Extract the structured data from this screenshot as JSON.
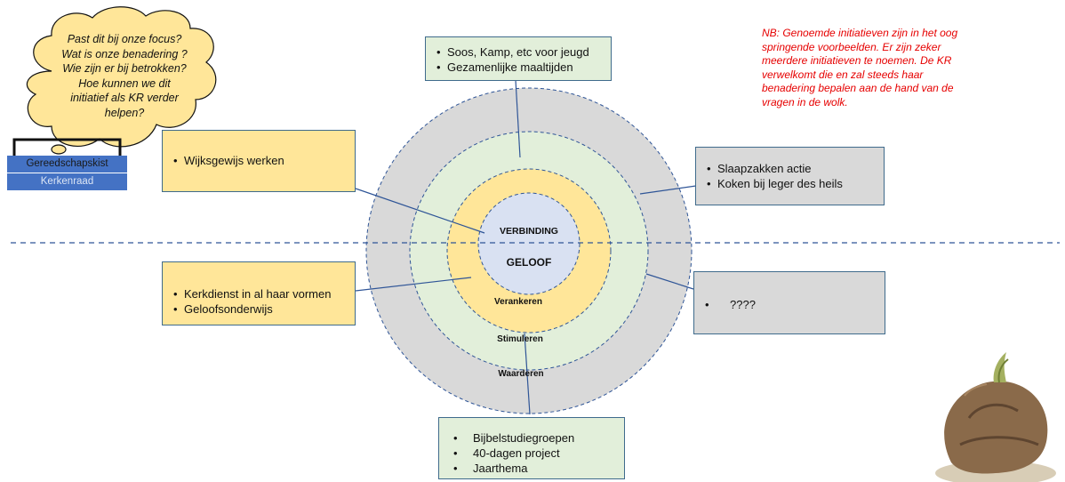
{
  "cloud": {
    "lines": [
      "Past dit bij onze focus?",
      "Wat is onze benadering ?",
      "Wie zijn er bij betrokken?",
      "Hoe kunnen we dit",
      "initiatief als KR verder",
      "helpen?"
    ]
  },
  "toolbox": {
    "title": "Gereedschapskist",
    "subtitle": "Kerkenraad"
  },
  "note": {
    "lines": [
      "NB: Genoemde initiatieven zijn in het oog",
      "springende voorbeelden. Er zijn zeker",
      "meerdere initiatieven te noemen. De KR",
      "verwelkomt die en zal steeds haar",
      "benadering bepalen aan de hand van de",
      "vragen in de wolk."
    ]
  },
  "circle": {
    "core_top": "VERBINDING",
    "core_bottom": "GELOOF",
    "ring1": "Verankeren",
    "ring2": "Stimuleren",
    "ring3": "Waarderen"
  },
  "boxes": {
    "top_green": [
      "Soos, Kamp, etc voor jeugd",
      "Gezamenlijke maaltijden"
    ],
    "left_top_yellow": [
      "Wijksgewijs werken"
    ],
    "right_top_grey": [
      "Slaapzakken actie",
      "Koken bij leger des heils"
    ],
    "left_bottom_yellow": [
      "Kerkdienst in al haar vormen",
      "Geloofsonderwijs"
    ],
    "right_bottom_grey": [
      "????"
    ],
    "bottom_green": [
      "Bijbelstudiegroepen",
      "40-dagen project",
      "Jaarthema"
    ]
  },
  "colors": {
    "outer_ring": "#d9d9d9",
    "middle_ring": "#e2efda",
    "inner_ring": "#ffe699",
    "core": "#d9e1f2",
    "dashed": "#2f5597",
    "note_text": "#e60000"
  }
}
